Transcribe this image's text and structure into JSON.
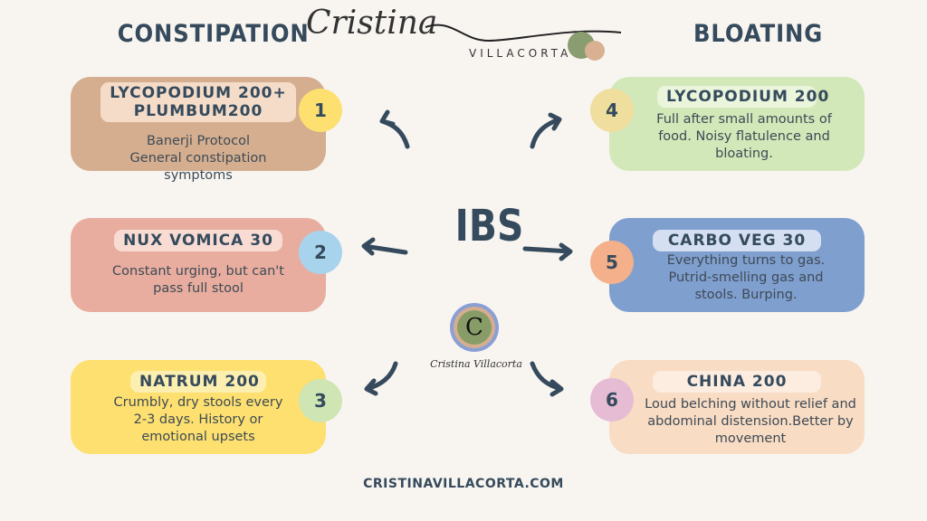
{
  "headers": {
    "left": "CONSTIPATION",
    "right": "BLOATING",
    "center": "IBS"
  },
  "logo": {
    "script": "Cristina",
    "sub": "VILLACORTA",
    "badge_letter": "C",
    "badge_caption": "Cristina Villacorta"
  },
  "cards": [
    {
      "number": "1",
      "title": "LYCOPODIUM 200+ PLUMBUM200",
      "text": "Banerji Protocol General constipation symptoms"
    },
    {
      "number": "2",
      "title": "NUX VOMICA 30",
      "text": "Constant urging, but can't pass full stool"
    },
    {
      "number": "3",
      "title": "NATRUM 200",
      "text": "Crumbly, dry stools every 2-3 days. History or emotional upsets"
    },
    {
      "number": "4",
      "title": "LYCOPODIUM 200",
      "text": "Full after small amounts of food. Noisy flatulence and bloating."
    },
    {
      "number": "5",
      "title": "CARBO VEG 30",
      "text": "Everything turns to gas. Putrid-smelling gas and stools. Burping."
    },
    {
      "number": "6",
      "title": "CHINA 200",
      "text": "Loud belching without relief and abdominal distension.Better by movement"
    }
  ],
  "footer": {
    "url": "CRISTINAVILLACORTA.COM"
  },
  "colors": {
    "text": "#354a5c",
    "bg": "#f8f5f1"
  }
}
